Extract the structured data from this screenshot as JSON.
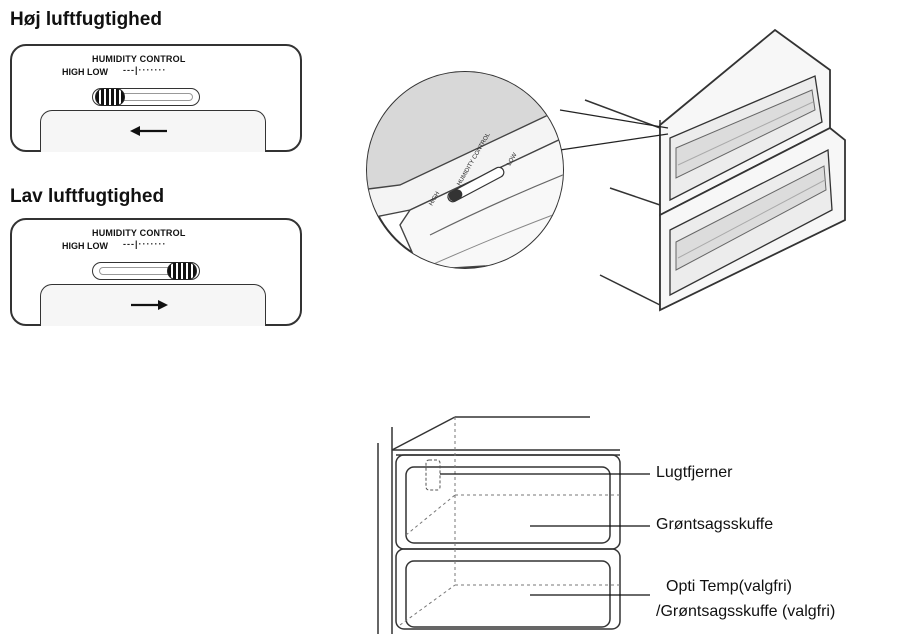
{
  "high_humidity": {
    "heading": "Høj luftfugtighed",
    "control_title": "HUMIDITY CONTROL",
    "scale": "HIGH LOW",
    "ticks": "---|·······"
  },
  "low_humidity": {
    "heading": "Lav luftfugtighed",
    "control_title": "HUMIDITY CONTROL",
    "scale": "HIGH LOW",
    "ticks": "---|·······"
  },
  "zoom_labels": {
    "high": "HIGH",
    "control": "HUMIDITY CONTROL",
    "low": "LOW"
  },
  "callouts": {
    "odor": "Lugtfjerner",
    "crisper": "Grøntsagsskuffe",
    "opti_line1": "Opti Temp(valgfri)",
    "opti_line2": "/Grøntsagsskuffe (valgfri)"
  },
  "colors": {
    "line": "#333333",
    "fill_light": "#f2f2f2",
    "fill_shade": "#d8d8d8"
  }
}
